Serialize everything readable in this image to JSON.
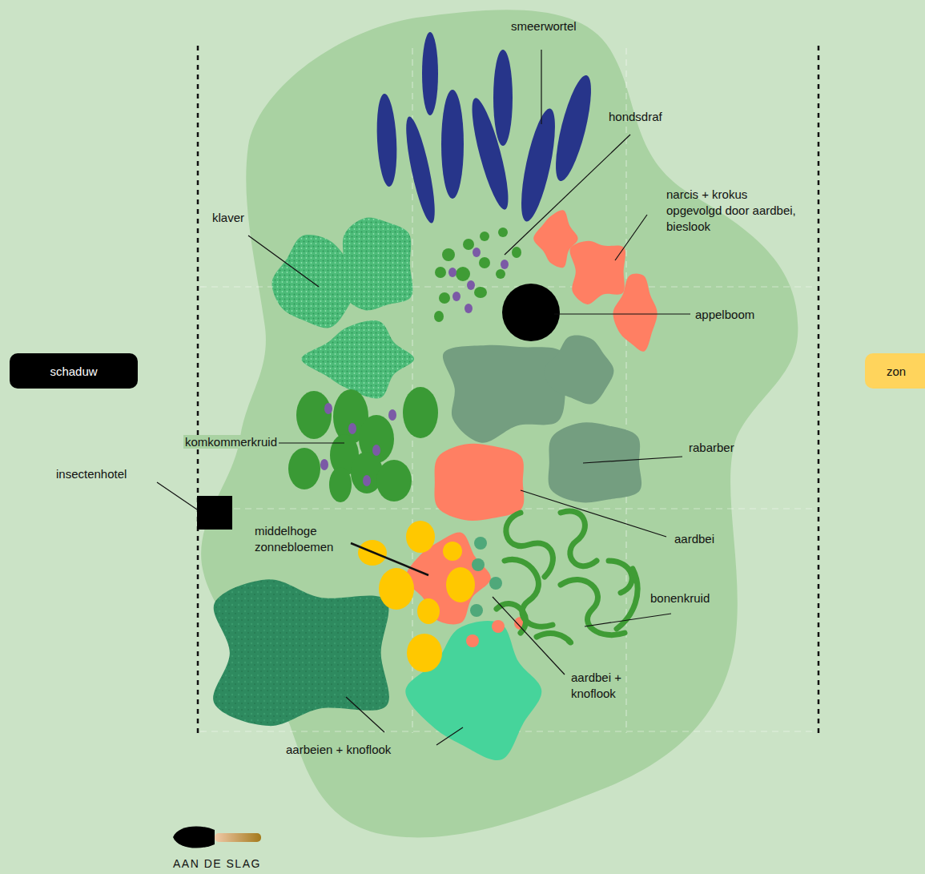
{
  "diagram": {
    "nodes": [
      {
        "text": [
          "schaduw"
        ]
      },
      {
        "text": [
          "zon"
        ]
      }
    ],
    "labels": [
      "smeerwortel",
      "hondsdraf",
      "narcis + krokus opgevolgd door aardbei, bieslook",
      "klaver",
      "appelboom",
      "komkommerkruid",
      "insectenhotel",
      "rabarber",
      "middelhoge zonnebloemen",
      "aardbei",
      "bonenkruid",
      "aardbei + knoflook",
      "aarbeien + knoflook",
      "AAN DE SLAG"
    ]
  }
}
